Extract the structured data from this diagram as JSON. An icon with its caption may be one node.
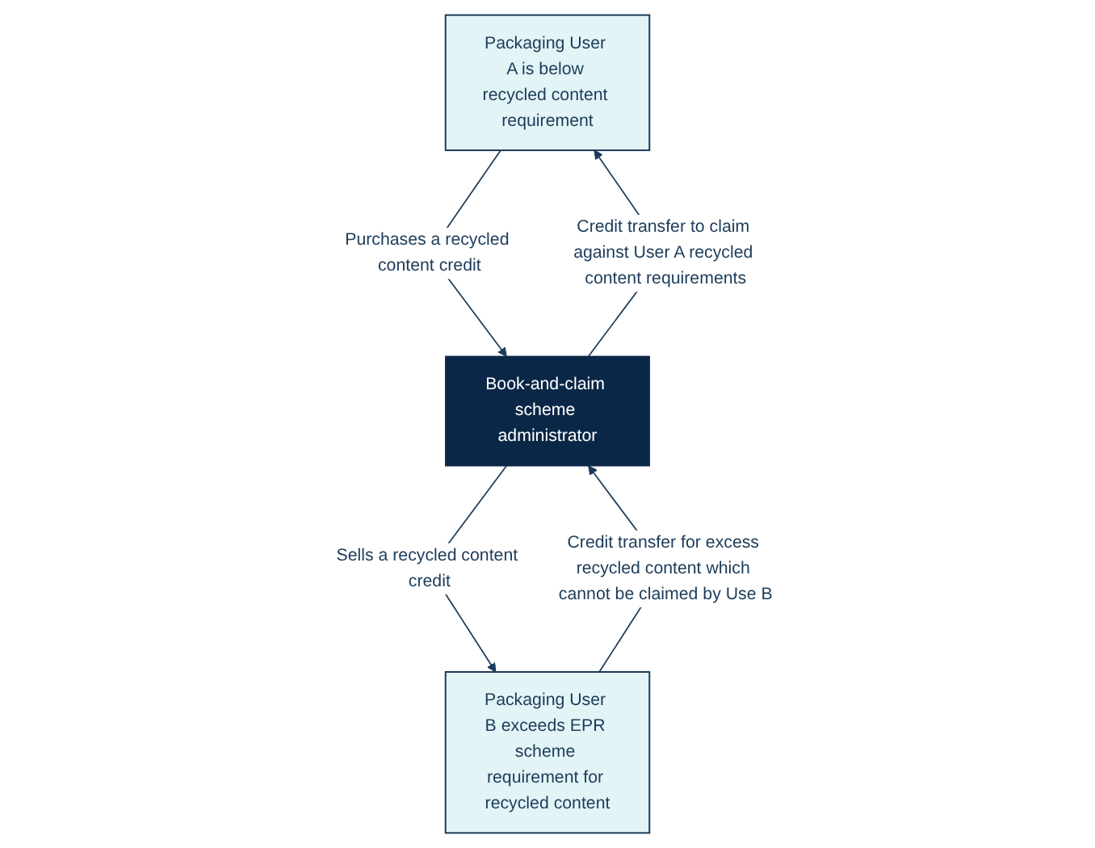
{
  "diagram": {
    "nodes": [
      {
        "text": [
          "Packaging User A is below recycled content requirement"
        ]
      },
      {
        "text": [
          "Packaging User B exceeds EPR scheme requirement for recycled content"
        ]
      },
      {
        "text": [
          "Book-and-claim scheme administrator"
        ]
      }
    ],
    "edges": [
      {
        "from": 2,
        "to": 0,
        "arrow": "to",
        "label": "Credit transfer to claim against User A recycled content requirements"
      },
      {
        "from": 0,
        "to": 2,
        "arrow": "to",
        "label": "Purchases a recycled content credit"
      },
      {
        "from": 2,
        "to": 1,
        "arrow": "to",
        "label": "Sells a recycled content credit"
      },
      {
        "from": 1,
        "to": 2,
        "arrow": "to",
        "label": "Credit transfer for excess recycled content which cannot be claimed by Use B"
      }
    ]
  }
}
